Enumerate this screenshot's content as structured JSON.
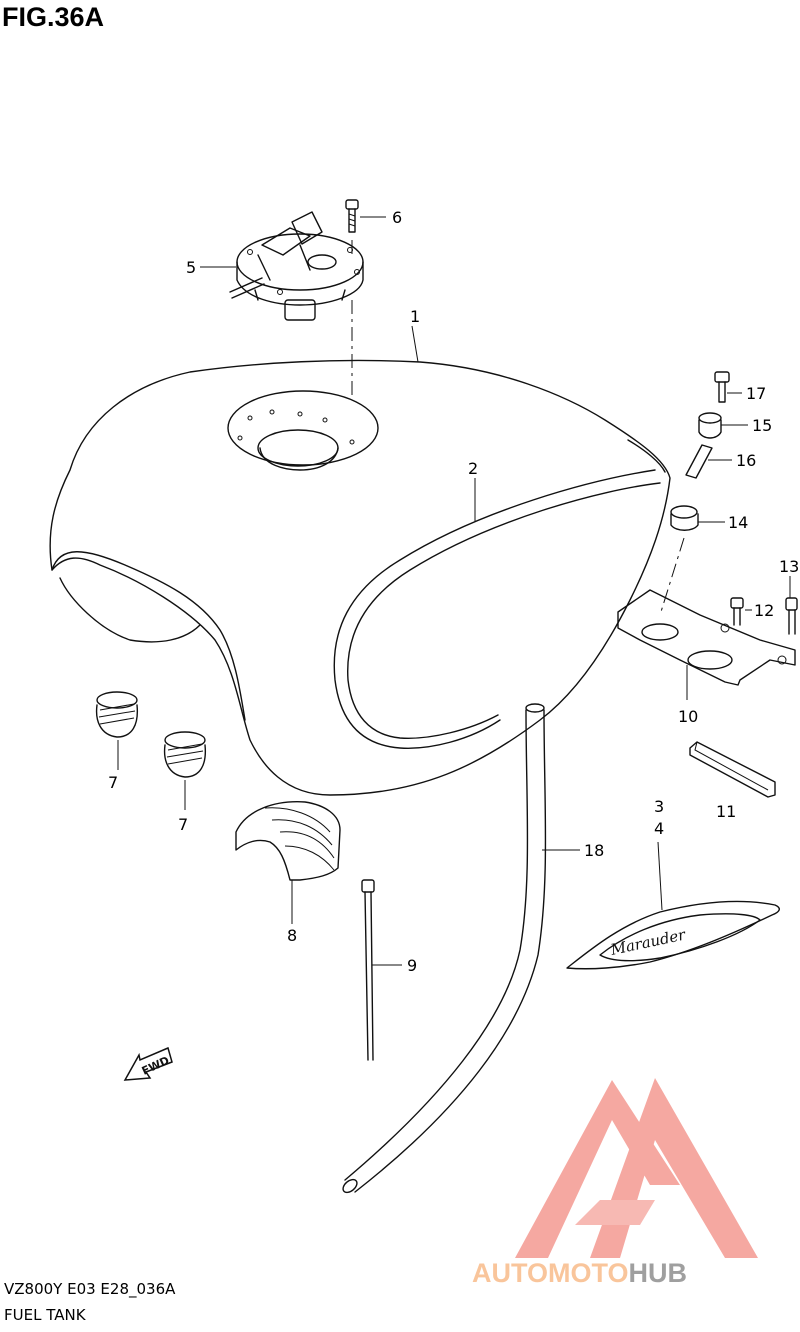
{
  "figure": {
    "title": "FIG.36A",
    "code": "VZ800Y E03 E28_036A",
    "name": "FUEL TANK"
  },
  "callouts": {
    "c1": "1",
    "c2": "2",
    "c3": "3",
    "c4": "4",
    "c5": "5",
    "c6": "6",
    "c7a": "7",
    "c7b": "7",
    "c8": "8",
    "c9": "9",
    "c10": "10",
    "c11": "11",
    "c12": "12",
    "c13": "13",
    "c14": "14",
    "c15": "15",
    "c16": "16",
    "c17": "17",
    "c18": "18"
  },
  "fwd_label": "FWD",
  "emblem_text": "Marauder",
  "watermark": {
    "part1": "AUTOMOTO",
    "part2": "HUB",
    "color_red": "#f0857a",
    "color_orange": "#f7b27a",
    "color_gray": "#808080"
  }
}
